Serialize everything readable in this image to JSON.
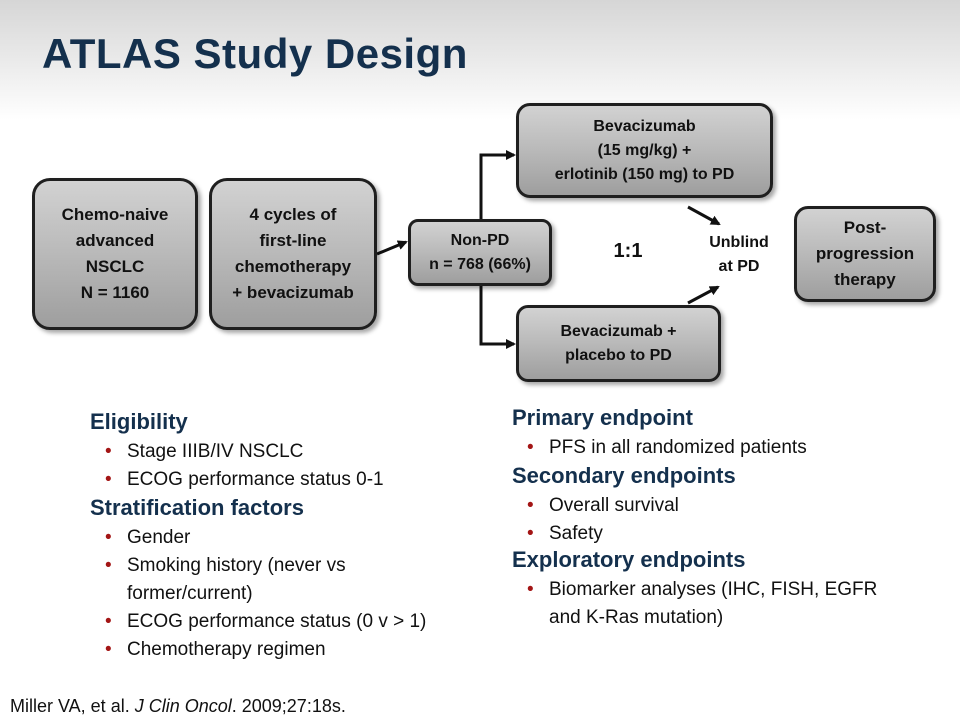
{
  "title": "ATLAS Study Design",
  "flow": {
    "enroll": "Chemo-naive\nadvanced\nNSCLC\nN = 1160",
    "induction": "4 cycles of\nfirst-line\nchemotherapy\n+ bevacizumab",
    "nonpd": "Non-PD\nn = 768 (66%)",
    "arm_a": "Bevacizumab\n(15 mg/kg) +\nerlotinib (150 mg) to PD",
    "arm_b": "Bevacizumab +\nplacebo to PD",
    "ratio": "1:1",
    "unblind": "Unblind\nat PD",
    "post": "Post-\nprogression\ntherapy"
  },
  "left": {
    "eligibility_heading": "Eligibility",
    "eligibility": [
      "Stage IIIB/IV NSCLC",
      "ECOG performance status 0-1"
    ],
    "strat_heading": "Stratification factors",
    "strat": [
      "Gender",
      "Smoking history (never vs former/current)",
      "ECOG performance status (0 v > 1)",
      "Chemotherapy regimen"
    ]
  },
  "right": {
    "primary_heading": "Primary endpoint",
    "primary": [
      "PFS in all randomized patients"
    ],
    "secondary_heading": "Secondary endpoints",
    "secondary": [
      "Overall survival",
      "Safety"
    ],
    "exploratory_heading": "Exploratory endpoints",
    "exploratory": [
      "Biomarker analyses (IHC, FISH, EGFR and K-Ras mutation)"
    ]
  },
  "citation": {
    "authors": "Miller VA, et al.",
    "journal": "J Clin Oncol",
    "rest": ". 2009;27:18s."
  },
  "colors": {
    "title": "#14304d",
    "bullet": "#a31515"
  }
}
